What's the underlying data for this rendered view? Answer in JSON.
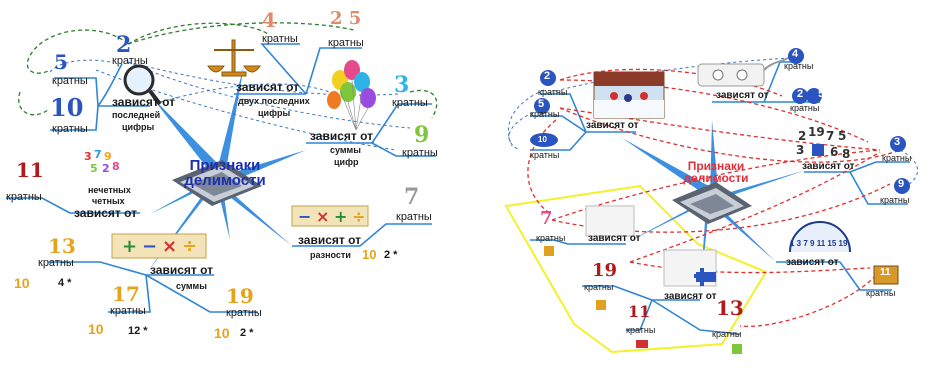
{
  "colors": {
    "branch": "#2f86d6",
    "branch_light": "#4aa3ee",
    "dashed_green": "#2e7d32",
    "dashed_blue": "#3a74c4",
    "dashed_red": "#e0302e",
    "yellow_outline": "#f5f02a",
    "title_blue": "#1b2fb0",
    "title_red": "#e0303a"
  },
  "left": {
    "title": "Признаки делимости",
    "nodes": {
      "n2": {
        "num": "2",
        "label": "кратны"
      },
      "n4": {
        "num": "4",
        "label": "кратны"
      },
      "n25": {
        "num": "2 5",
        "label": "кратны"
      },
      "n5": {
        "num": "5",
        "label": "кратны"
      },
      "n10": {
        "num": "10",
        "label": "кратны"
      },
      "n3": {
        "num": "3",
        "label": "кратны"
      },
      "n9": {
        "num": "9",
        "label": "кратны"
      },
      "n11": {
        "num": "11",
        "label": "кратны"
      },
      "n7": {
        "num": "7",
        "label": "кратны"
      },
      "n13": {
        "num": "13",
        "label": "кратны"
      },
      "n17": {
        "num": "17",
        "label": "кратны"
      },
      "n19": {
        "num": "19",
        "label": "кратны"
      }
    },
    "branches": {
      "last": {
        "title": "зависят от",
        "sub1": "последней",
        "sub2": "цифры"
      },
      "two_last": {
        "title": "зависят от",
        "sub1": "двух последних",
        "sub2": "цифры"
      },
      "sum": {
        "title": "зависят от",
        "sub1": "суммы",
        "sub2": "цифр"
      },
      "alt": {
        "title": "зависят от",
        "sub1": "нечетных",
        "sub2": "четных"
      },
      "diff": {
        "title": "зависят от",
        "sub1": "разности"
      },
      "sums": {
        "title": "зависят от",
        "sub1": "суммы"
      }
    },
    "formulas": {
      "f7": "2 *",
      "f13": "4 *",
      "f17": "12 *",
      "f19": "2 *"
    }
  },
  "right": {
    "title": "Признаки делимости",
    "nodes": {
      "n2": {
        "num": "2",
        "label": "кратны"
      },
      "n5": {
        "num": "5",
        "label": "кратны"
      },
      "n10": {
        "num": "10",
        "label": "кратны"
      },
      "n4": {
        "num": "4",
        "label": "кратны"
      },
      "n25": {
        "num": "2 5",
        "label": "кратны"
      },
      "n3": {
        "num": "3",
        "label": "кратны"
      },
      "n9": {
        "num": "9",
        "label": "кратны"
      },
      "n7": {
        "num": "7",
        "label": "кратны"
      },
      "n19": {
        "num": "19",
        "label": "кратны"
      },
      "n11a": {
        "num": "11",
        "label": "кратны"
      },
      "n13": {
        "num": "13",
        "label": "кратны"
      },
      "n11b": {
        "num": "11",
        "label": "кратны"
      }
    },
    "branches": {
      "b1": {
        "title": "зависят от"
      },
      "b2": {
        "title": "зависят от"
      },
      "b3": {
        "title": "зависят от"
      },
      "b4": {
        "title": "зависят от"
      },
      "b5": {
        "title": "зависят от"
      },
      "b6": {
        "title": "зависят от"
      }
    },
    "sequence": "1 3 7 9 11 15 19"
  }
}
